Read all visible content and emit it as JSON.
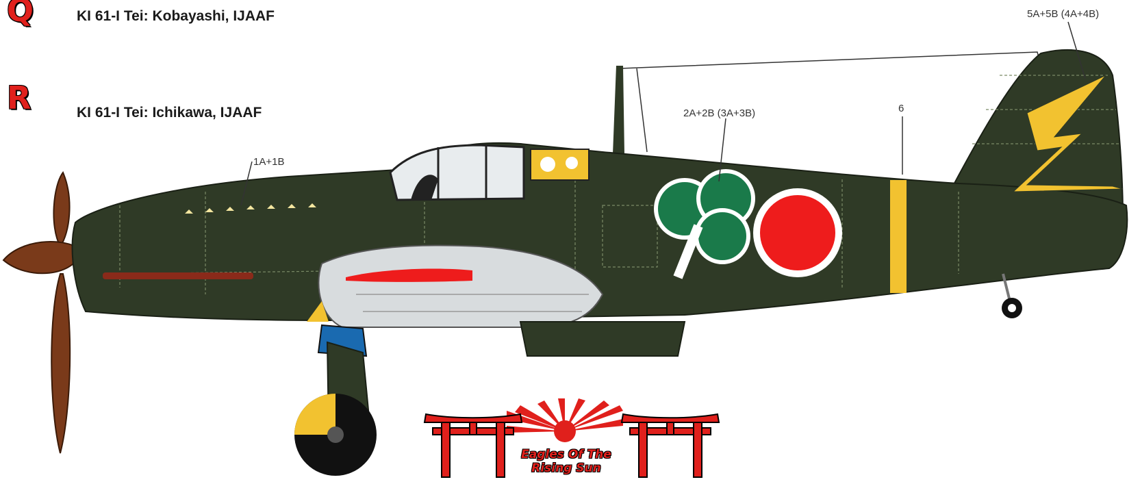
{
  "profiles": [
    {
      "letter": "Q",
      "caption": "KI 61-I Tei: Kobayashi, IJAAF"
    },
    {
      "letter": "R",
      "caption": "KI 61-I Tei: Ichikawa, IJAAF"
    }
  ],
  "callouts": {
    "nose_markings": "1A+1B",
    "fuselage_insignia": "2A+2B (3A+3B)",
    "band": "6",
    "tail": "5A+5B (4A+4B)"
  },
  "logo": {
    "line1": "Eagles Of The",
    "line2": "Rising Sun"
  },
  "colors": {
    "airframe": "#2f3a26",
    "spinner": "#7a3a1a",
    "hinomaru": "#ee1c1c",
    "clover": "#1a7a4a",
    "tail_band": "#f2c230",
    "wing_silver": "#d8dcde",
    "logo_red": "#e0201c"
  }
}
